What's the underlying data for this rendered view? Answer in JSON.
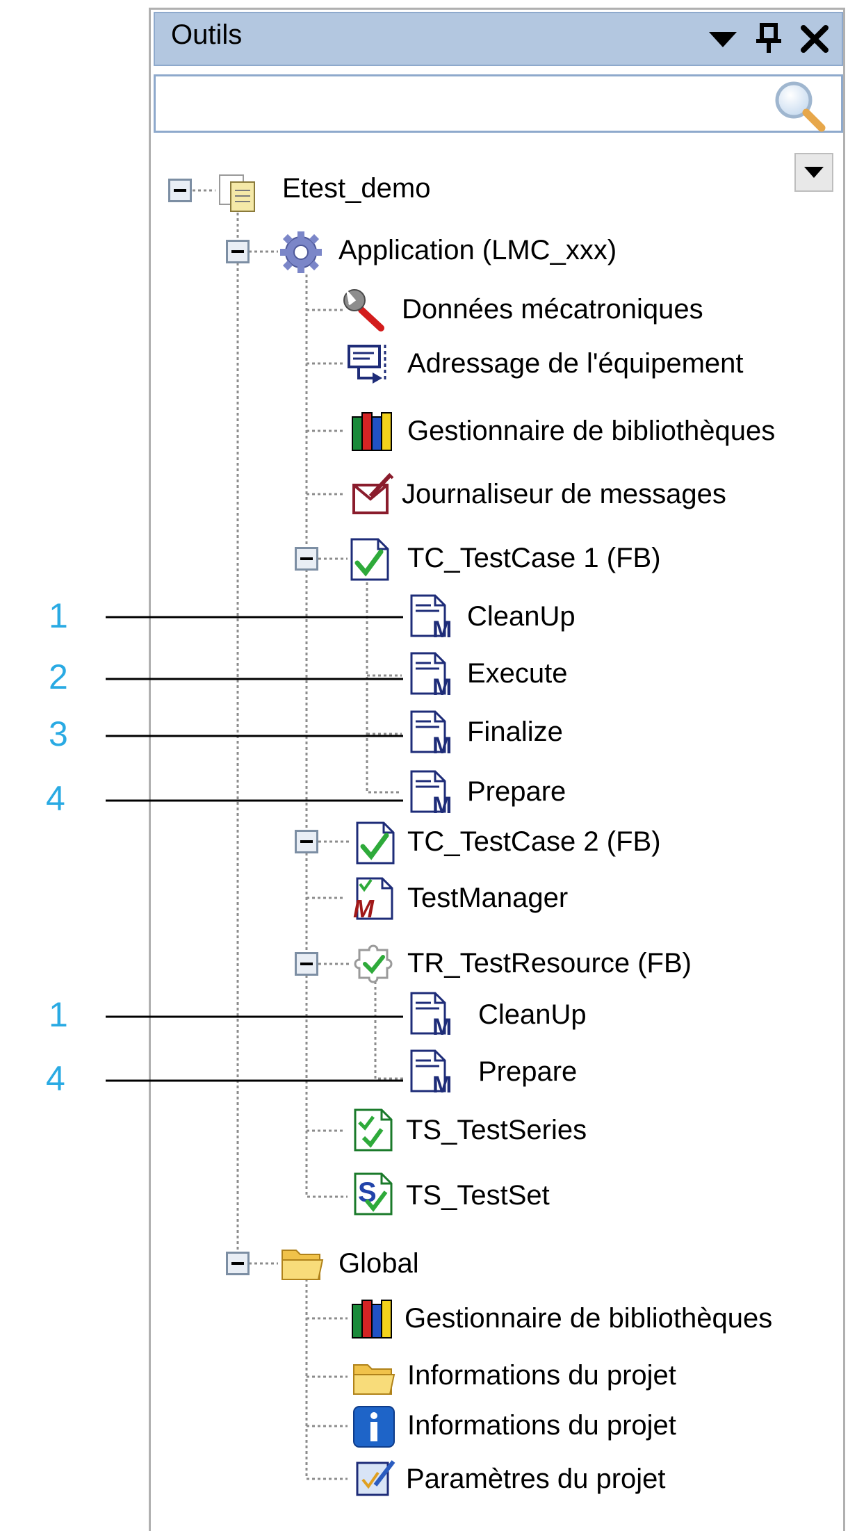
{
  "panel": {
    "title": "Outils",
    "header_icons": [
      "dropdown-arrow-icon",
      "pin-icon",
      "close-icon"
    ],
    "search": {
      "value": "",
      "placeholder": ""
    },
    "colors": {
      "titlebar": "#b3c7e0",
      "callout": "#29aae3"
    }
  },
  "tree": {
    "root": "Etest_demo",
    "application": "Application (LMC_xxx)",
    "app_items": {
      "mechatronics": "Données mécatroniques",
      "device_addressing": "Adressage de l'équipement",
      "library_manager": "Gestionnaire de bibliothèques",
      "message_logger": "Journaliseur de messages"
    },
    "testcase1": {
      "label": "TC_TestCase 1 (FB)",
      "methods": [
        "CleanUp",
        "Execute",
        "Finalize",
        "Prepare"
      ]
    },
    "testcase2": "TC_TestCase 2 (FB)",
    "testmanager": "TestManager",
    "testresource": {
      "label": "TR_TestResource (FB)",
      "methods": [
        "CleanUp",
        "Prepare"
      ]
    },
    "testseries": "TS_TestSeries",
    "testset": "TS_TestSet",
    "global": "Global",
    "global_items": {
      "library_manager": "Gestionnaire de bibliothèques",
      "project_info_folder": "Informations du projet",
      "project_info": "Informations du projet",
      "project_settings": "Paramètres du projet"
    }
  },
  "callouts": [
    "1",
    "2",
    "3",
    "4",
    "1",
    "4"
  ]
}
